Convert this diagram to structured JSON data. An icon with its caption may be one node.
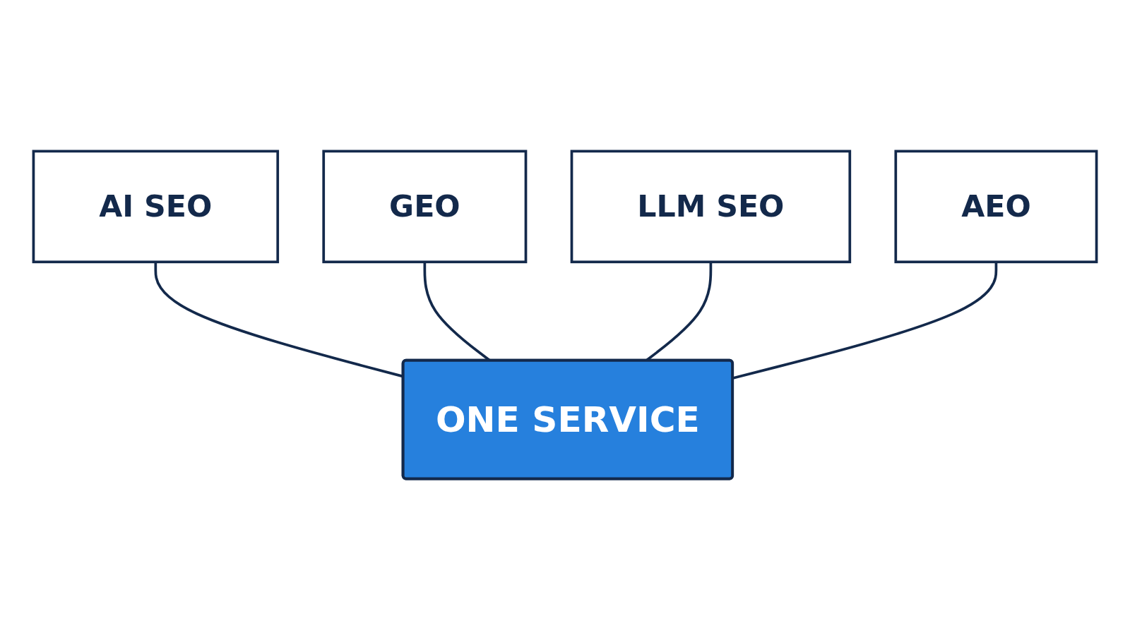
{
  "diagram": {
    "nodes": [
      {
        "text": [
          "AI SEO"
        ]
      },
      {
        "text": [
          "GEO"
        ]
      },
      {
        "text": [
          "LLM SEO"
        ]
      },
      {
        "text": [
          "AEO"
        ]
      },
      {
        "text": [
          "ONE SERVICE"
        ]
      }
    ],
    "edges": [
      {
        "from": 0,
        "to": 4,
        "arrow": "none"
      },
      {
        "from": 1,
        "to": 4,
        "arrow": "none"
      },
      {
        "from": 2,
        "to": 4,
        "arrow": "none"
      },
      {
        "from": 3,
        "to": 4,
        "arrow": "none"
      }
    ]
  }
}
